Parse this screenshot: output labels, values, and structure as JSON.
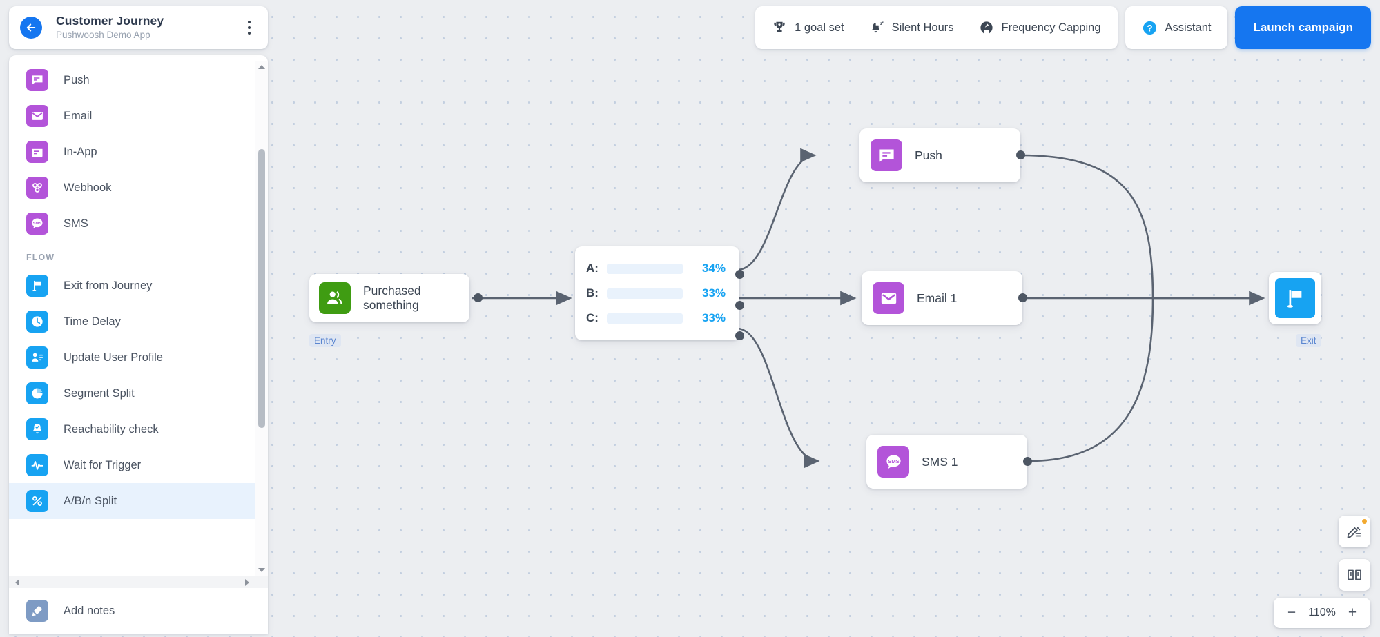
{
  "header": {
    "back_icon": "arrow-left-icon",
    "title": "Customer Journey",
    "subtitle": "Pushwoosh Demo App",
    "menu_icon": "kebab-menu-icon"
  },
  "sidebar": {
    "channels": [
      {
        "label": "Push",
        "icon": "push-icon",
        "color": "#b354d9"
      },
      {
        "label": "Email",
        "icon": "email-icon",
        "color": "#b354d9"
      },
      {
        "label": "In-App",
        "icon": "in-app-icon",
        "color": "#b354d9"
      },
      {
        "label": "Webhook",
        "icon": "webhook-icon",
        "color": "#b354d9"
      },
      {
        "label": "SMS",
        "icon": "sms-icon",
        "color": "#b354d9"
      }
    ],
    "flow_group_label": "FLOW",
    "flow": [
      {
        "label": "Exit from Journey",
        "icon": "flag-icon",
        "color": "#17a3f2",
        "selected": false
      },
      {
        "label": "Time Delay",
        "icon": "clock-icon",
        "color": "#17a3f2",
        "selected": false
      },
      {
        "label": "Update User Profile",
        "icon": "user-edit-icon",
        "color": "#17a3f2",
        "selected": false
      },
      {
        "label": "Segment Split",
        "icon": "segment-icon",
        "color": "#17a3f2",
        "selected": false
      },
      {
        "label": "Reachability check",
        "icon": "bell-check-icon",
        "color": "#17a3f2",
        "selected": false
      },
      {
        "label": "Wait for Trigger",
        "icon": "pulse-icon",
        "color": "#17a3f2",
        "selected": false
      },
      {
        "label": "A/B/n Split",
        "icon": "percent-icon",
        "color": "#17a3f2",
        "selected": true
      }
    ],
    "footer": {
      "label": "Add notes",
      "icon": "note-pen-icon",
      "color": "#7e9bc4"
    }
  },
  "toolbar": {
    "items": [
      {
        "label": "1 goal set",
        "icon": "trophy-icon"
      },
      {
        "label": "Silent Hours",
        "icon": "sleeping-bell-icon"
      },
      {
        "label": "Frequency Capping",
        "icon": "frequency-capping-icon"
      }
    ],
    "assistant": {
      "label": "Assistant",
      "icon": "question-circle-icon"
    },
    "launch": {
      "label": "Launch campaign",
      "color": "#1576f0"
    }
  },
  "canvas": {
    "entry_node": {
      "label_line1": "Purchased",
      "label_line2": "something",
      "icon": "audience-icon",
      "icon_color": "#3f9c12",
      "badge": "Entry"
    },
    "split_node": {
      "icon": "ab-split-node",
      "branches": [
        {
          "key": "A:",
          "percent": "34%",
          "value": 34
        },
        {
          "key": "B:",
          "percent": "33%",
          "value": 33
        },
        {
          "key": "C:",
          "percent": "33%",
          "value": 33
        }
      ],
      "bar_color": "#17a3f2",
      "track_color": "#e9f2fc"
    },
    "channel_nodes": [
      {
        "label": "Push",
        "icon": "push-icon",
        "color": "#b354d9"
      },
      {
        "label": "Email 1",
        "icon": "email-icon",
        "color": "#b354d9"
      },
      {
        "label": "SMS 1",
        "icon": "sms-icon",
        "color": "#b354d9"
      }
    ],
    "exit_node": {
      "icon": "flag-icon",
      "icon_color": "#17a3f2",
      "badge": "Exit"
    }
  },
  "widgets": {
    "edit_icon": "pen-list-icon",
    "library_icon": "book-icon",
    "zoom": {
      "minus": "−",
      "value": "110%",
      "plus": "+"
    }
  }
}
